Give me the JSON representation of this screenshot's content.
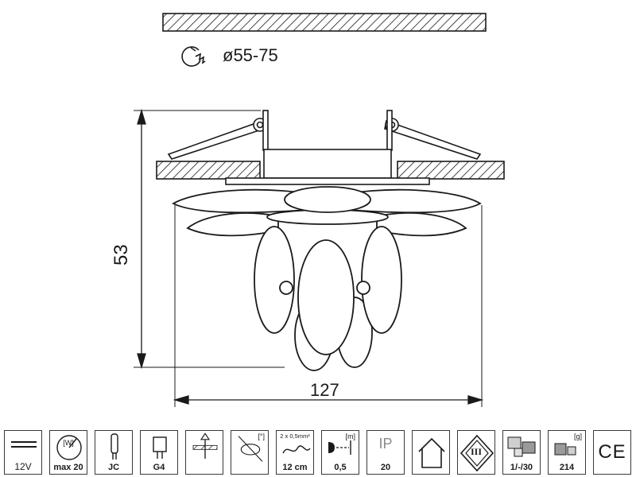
{
  "drawing": {
    "cutout_diameter": "ø55-75",
    "height_dim": "53",
    "width_dim": "127"
  },
  "specs": {
    "voltage": "12V",
    "wattage_unit": "[W]",
    "wattage": "max 20",
    "bulb_type": "JC",
    "socket": "G4",
    "cable_spec": "2 x 0,5mm²",
    "cable_length": "12 cm",
    "distance_unit": "[m]",
    "distance": "0,5",
    "ip_label": "IP",
    "ip_rating": "20",
    "protection_class": "III",
    "package_qty": "1/-/30",
    "weight_unit": "[g]",
    "weight": "214",
    "angle_unit": "[°]",
    "ce_mark": "CE"
  }
}
